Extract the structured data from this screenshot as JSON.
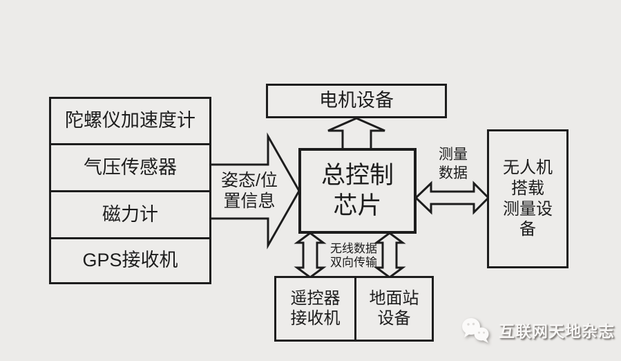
{
  "diagram": {
    "title_context": "UAV flight-control system block diagram",
    "colors": {
      "background": "#ECEBE9",
      "line": "#1d1d1d",
      "box_fill": "#EDECEA",
      "watermark_text": "#f8f7f6"
    },
    "sensors": [
      {
        "label": "陀螺仪加速度计"
      },
      {
        "label": "气压传感器"
      },
      {
        "label": "磁力计"
      },
      {
        "label": "GPS接收机"
      }
    ],
    "motor_box": {
      "label": "电机设备"
    },
    "chip_box": {
      "line1": "总控制",
      "line2": "芯片"
    },
    "uav_box": {
      "line1": "无人机",
      "line2": "搭载",
      "line3": "测量设",
      "line4": "备"
    },
    "rc_box": {
      "line1": "遥控器",
      "line2": "接收机"
    },
    "gs_box": {
      "line1": "地面站",
      "line2": "设备"
    },
    "attitude_label": {
      "line1": "姿态/位",
      "line2": "置信息"
    },
    "measure_label": {
      "line1": "测量",
      "line2": "数据"
    },
    "wireless_label": {
      "line1": "无线数据",
      "line2": "双向传输"
    },
    "watermark": {
      "text": "互联网天地杂志",
      "icon": "wechat-icon"
    }
  }
}
